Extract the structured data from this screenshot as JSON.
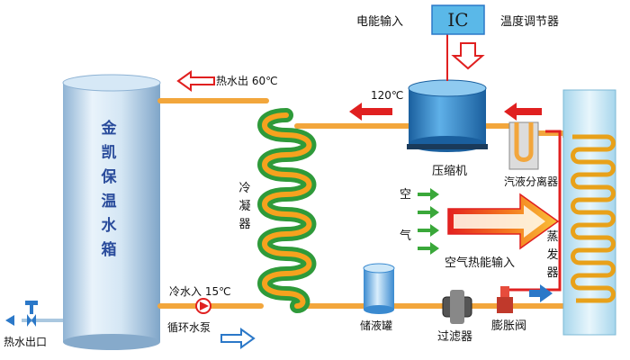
{
  "controller": {
    "power_input": "电能输入",
    "ic": "IC",
    "thermostat": "温度调节器"
  },
  "tank": {
    "name": "金凯保温水箱"
  },
  "hot_water_out_top": "热水出 60℃",
  "hot_water_outlet": "热水出口",
  "cold_water_in": "冷水入 15℃",
  "circulation_pump": "循环水泵",
  "condenser": "冷凝器",
  "temp_120": "120℃",
  "compressor": "压缩机",
  "gas_liquid_separator": "汽液分离器",
  "air_chars": [
    "空",
    "气"
  ],
  "air_heat_input": "空气热能输入",
  "evaporator": "蒸发器",
  "receiver": "储液罐",
  "filter": "过滤器",
  "expansion_valve": "膨胀阀",
  "colors": {
    "tank": "#c9dff0",
    "pipe": "#f2a63c",
    "condenser_outer": "#2e9a3a",
    "condenser_inner": "#f6a21e",
    "arrow_red": "#e02020",
    "arrow_blue": "#2b78c8",
    "compressor": "#2e86c8",
    "evaporator_panel": "#bfe2f2"
  }
}
